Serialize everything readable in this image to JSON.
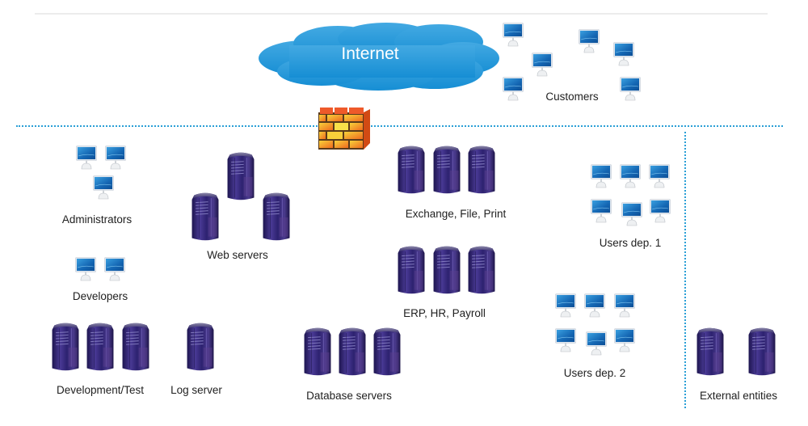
{
  "diagram": {
    "title": "Network segmentation diagram",
    "colors": {
      "cloud": "#2a9ad9",
      "zone_divider": "#2a9fd6",
      "server": "#3b2d7a",
      "monitor_screen": "#1f7fc4",
      "firewall": "#f08a2c"
    },
    "internet": {
      "label": "Internet",
      "icon": "cloud-icon"
    },
    "firewall": {
      "icon": "firewall-icon"
    },
    "groups": [
      {
        "id": "customers",
        "label": "Customers",
        "device": "workstation",
        "count": 6
      },
      {
        "id": "administrators",
        "label": "Administrators",
        "device": "workstation",
        "count": 3
      },
      {
        "id": "web-servers",
        "label": "Web servers",
        "device": "server",
        "count": 3
      },
      {
        "id": "exchange-file-print",
        "label": "Exchange, File, Print",
        "device": "server",
        "count": 3
      },
      {
        "id": "users-dep-1",
        "label": "Users dep. 1",
        "device": "workstation",
        "count": 6
      },
      {
        "id": "developers",
        "label": "Developers",
        "device": "workstation",
        "count": 2
      },
      {
        "id": "erp-hr-payroll",
        "label": "ERP, HR, Payroll",
        "device": "server",
        "count": 3
      },
      {
        "id": "users-dep-2",
        "label": "Users dep. 2",
        "device": "workstation",
        "count": 6
      },
      {
        "id": "development-test",
        "label": "Development/Test",
        "device": "server",
        "count": 3
      },
      {
        "id": "log-server",
        "label": "Log server",
        "device": "server",
        "count": 1
      },
      {
        "id": "database-servers",
        "label": "Database servers",
        "device": "server",
        "count": 3
      },
      {
        "id": "external-entities",
        "label": "External entities",
        "device": "server",
        "count": 2
      }
    ]
  }
}
